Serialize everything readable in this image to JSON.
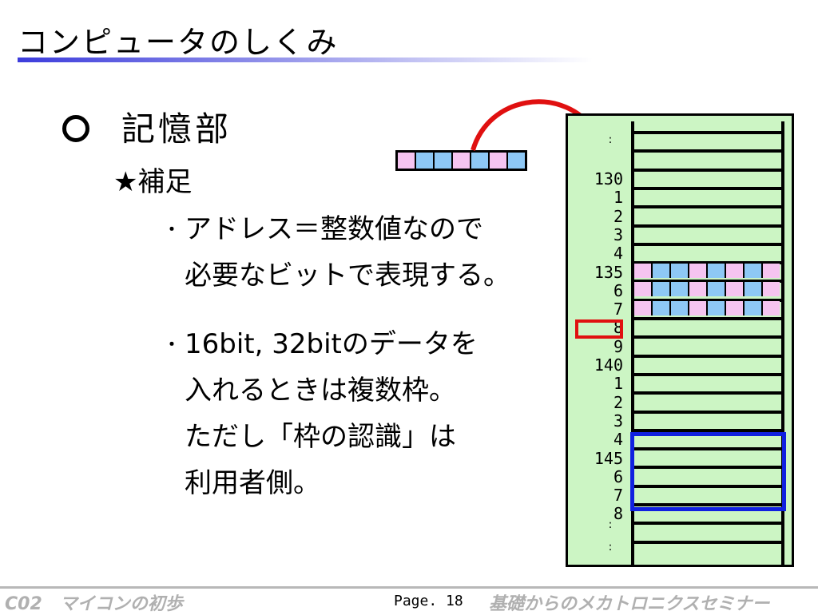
{
  "header": {
    "title": "コンピュータのしくみ"
  },
  "section": {
    "marker": "○",
    "heading": "記憶部",
    "sub": "★補足"
  },
  "paragraphs": [
    {
      "bullet": "・",
      "lines": [
        "アドレス＝整数値なので",
        "必要なビットで表現する。"
      ]
    },
    {
      "bullet": "・",
      "lines": [
        "16bit, 32bitのデータを",
        "入れるときは複数枠。",
        "ただし「枠の認識」は",
        "利用者側。"
      ]
    }
  ],
  "diagram": {
    "byte_pattern": [
      "pink",
      "blue",
      "blue",
      "pink",
      "blue",
      "pink",
      "blue"
    ],
    "addresses": [
      "130",
      "1",
      "2",
      "3",
      "4",
      "135",
      "6",
      "7",
      "8",
      "9",
      "140",
      "1",
      "2",
      "3",
      "4",
      "145",
      "6",
      "7",
      "8"
    ],
    "highlighted_address": "8",
    "ellipsis": ":",
    "colors": {
      "pink": "#f5c4f0",
      "blue": "#8ec8f5",
      "memory_bg": "#ccf5c4",
      "arrow": "#e01010",
      "highlight_red": "#e01010",
      "highlight_blue": "#1020e0"
    }
  },
  "footer": {
    "left": "C02　マイコンの初歩",
    "page": "Page. 18",
    "right": "基礎からのメカトロニクスセミナー"
  }
}
